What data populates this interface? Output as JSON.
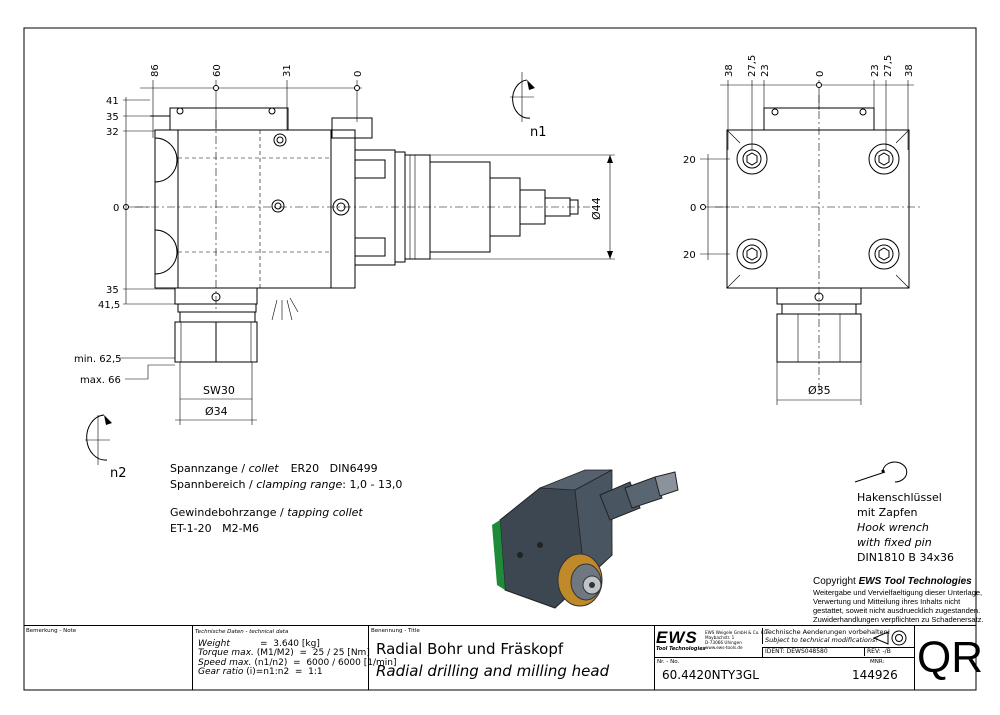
{
  "dimensions_side": {
    "top": [
      "86",
      "60",
      "31",
      "0"
    ],
    "left": [
      "41",
      "35",
      "32",
      "0",
      "35",
      "41,5",
      "min. 62,5",
      "max. 66"
    ],
    "sw": "SW30",
    "dia_bottom": "Ø34",
    "dia_shaft": "Ø44"
  },
  "dimensions_front": {
    "top": [
      "38",
      "27,5",
      "23",
      "0",
      "23",
      "27,5",
      "38"
    ],
    "left": [
      "20",
      "0",
      "20"
    ],
    "dia_bottom": "Ø35"
  },
  "rotation_labels": {
    "n1": "n1",
    "n2": "n2"
  },
  "collet_info": {
    "line1_de": "Spannzange / ",
    "line1_en": "collet",
    "line1_val": "ER20   DIN6499",
    "line2_de": "Spannbereich / ",
    "line2_en": "clamping range",
    "line2_val": ": 1,0 - 13,0",
    "line3_de": "Gewindebohrzange / ",
    "line3_en": "tapping collet",
    "line4": "ET-1-20   M2-M6"
  },
  "hook_wrench": {
    "line1": "Hakenschlüssel",
    "line2": "mit Zapfen",
    "line3": "Hook wrench",
    "line4": "with fixed pin",
    "line5": "DIN1810 B 34x36"
  },
  "copyright": {
    "title_prefix": "Copyright ",
    "brand": "EWS Tool Technologies",
    "l1": "Weitergabe und Vervielfaeltigung dieser Unterlage,",
    "l2": "Verwertung und Mitteilung ihres Inhalts nicht",
    "l3": "gestattet, soweit nicht ausdruecklich zugestanden.",
    "l4": "Zuwiderhandlungen verpflichten zu Schadenersatz."
  },
  "title_block": {
    "remark_label": "Bemerkung - Note",
    "techdata_label": "Technische Daten - technical data",
    "rows": [
      {
        "label": "Weight",
        "val": "=  3.640 [kg]"
      },
      {
        "label": "Torque max.",
        "val": "(M1/M2)  =  25 / 25 [Nm]"
      },
      {
        "label": "Speed max.",
        "val": "(n1/n2)  =  6000 / 6000 [1/min]"
      },
      {
        "label": "Gear ratio",
        "val": "(i)=n1:n2  =  1:1"
      }
    ],
    "designation_label": "Benennung - Title",
    "title_de": "Radial Bohr und Fräskopf",
    "title_en": "Radial drilling and milling head",
    "logo": "EWS",
    "logo_sub": "Tool Technologies",
    "company1": "EWS Weigele GmbH & Co. KG",
    "company2": "Maybachstr. 1",
    "company3": "D-73066 Uhingen",
    "company4": "www.ews-tools.de",
    "note1": "Technische Aenderungen vorbehalten!",
    "note2": "Subject to technical modifications!",
    "ident": "IDENT: DEWS048580",
    "rev": "REV: -/B",
    "nr_label": "Nr. - No.",
    "number": "60.4420NTY3GL",
    "mnr_label": "MNR:",
    "mnr": "144926",
    "qr": "QR"
  }
}
